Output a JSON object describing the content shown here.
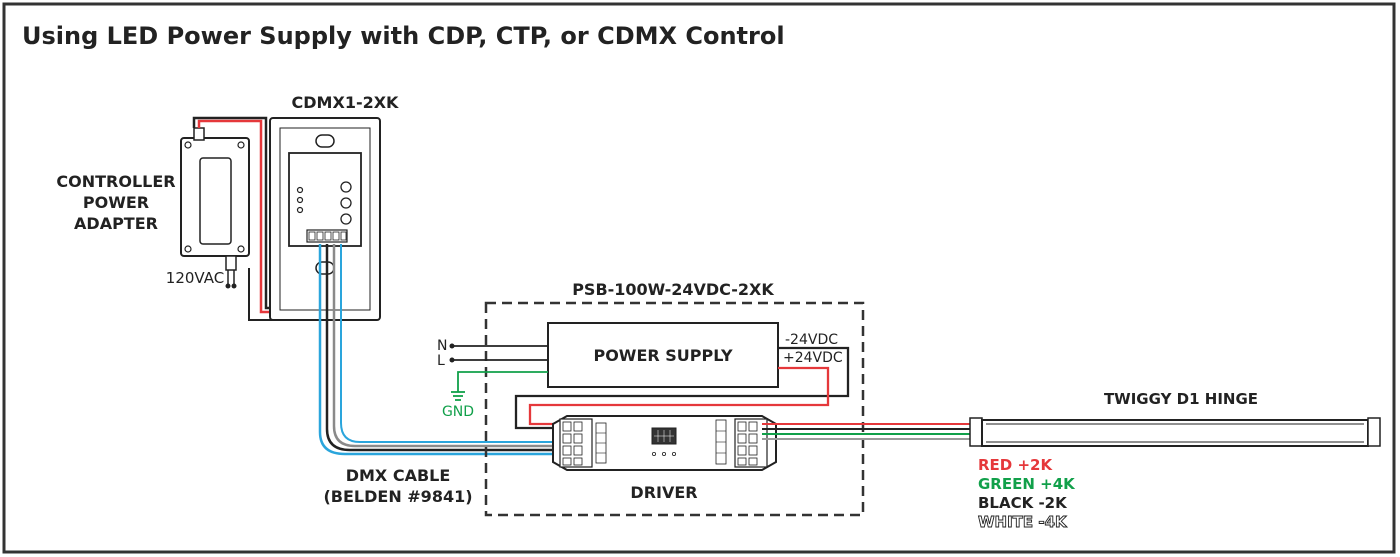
{
  "title": "Using LED Power Supply with CDP, CTP, or CDMX Control",
  "components": {
    "controller": "CDMX1-2XK",
    "power_adapter": [
      "CONTROLLER",
      "POWER",
      "ADAPTER"
    ],
    "adapter_input": "120VAC",
    "psu_group": "PSB-100W-24VDC-2XK",
    "psu": "POWER SUPPLY",
    "psu_neg": "-24VDC",
    "psu_pos": "+24VDC",
    "line_n": "N",
    "line_l": "L",
    "ground": "GND",
    "driver": "DRIVER",
    "dmx_cable": [
      "DMX CABLE",
      "(BELDEN #9841)"
    ],
    "fixture": "TWIGGY D1 HINGE"
  },
  "wire_legend": [
    {
      "label": "RED +2K",
      "color": "#e5383b"
    },
    {
      "label": "GREEN +4K",
      "color": "#11a04a"
    },
    {
      "label": "BLACK -2K",
      "color": "#222222"
    },
    {
      "label": "WHITE -4K",
      "color": "#ffffff"
    }
  ],
  "colors": {
    "red_wire": "#e5383b",
    "green_wire": "#11a04a",
    "blue_wire": "#2aa5dc",
    "gray_wire": "#8a8a8a"
  }
}
